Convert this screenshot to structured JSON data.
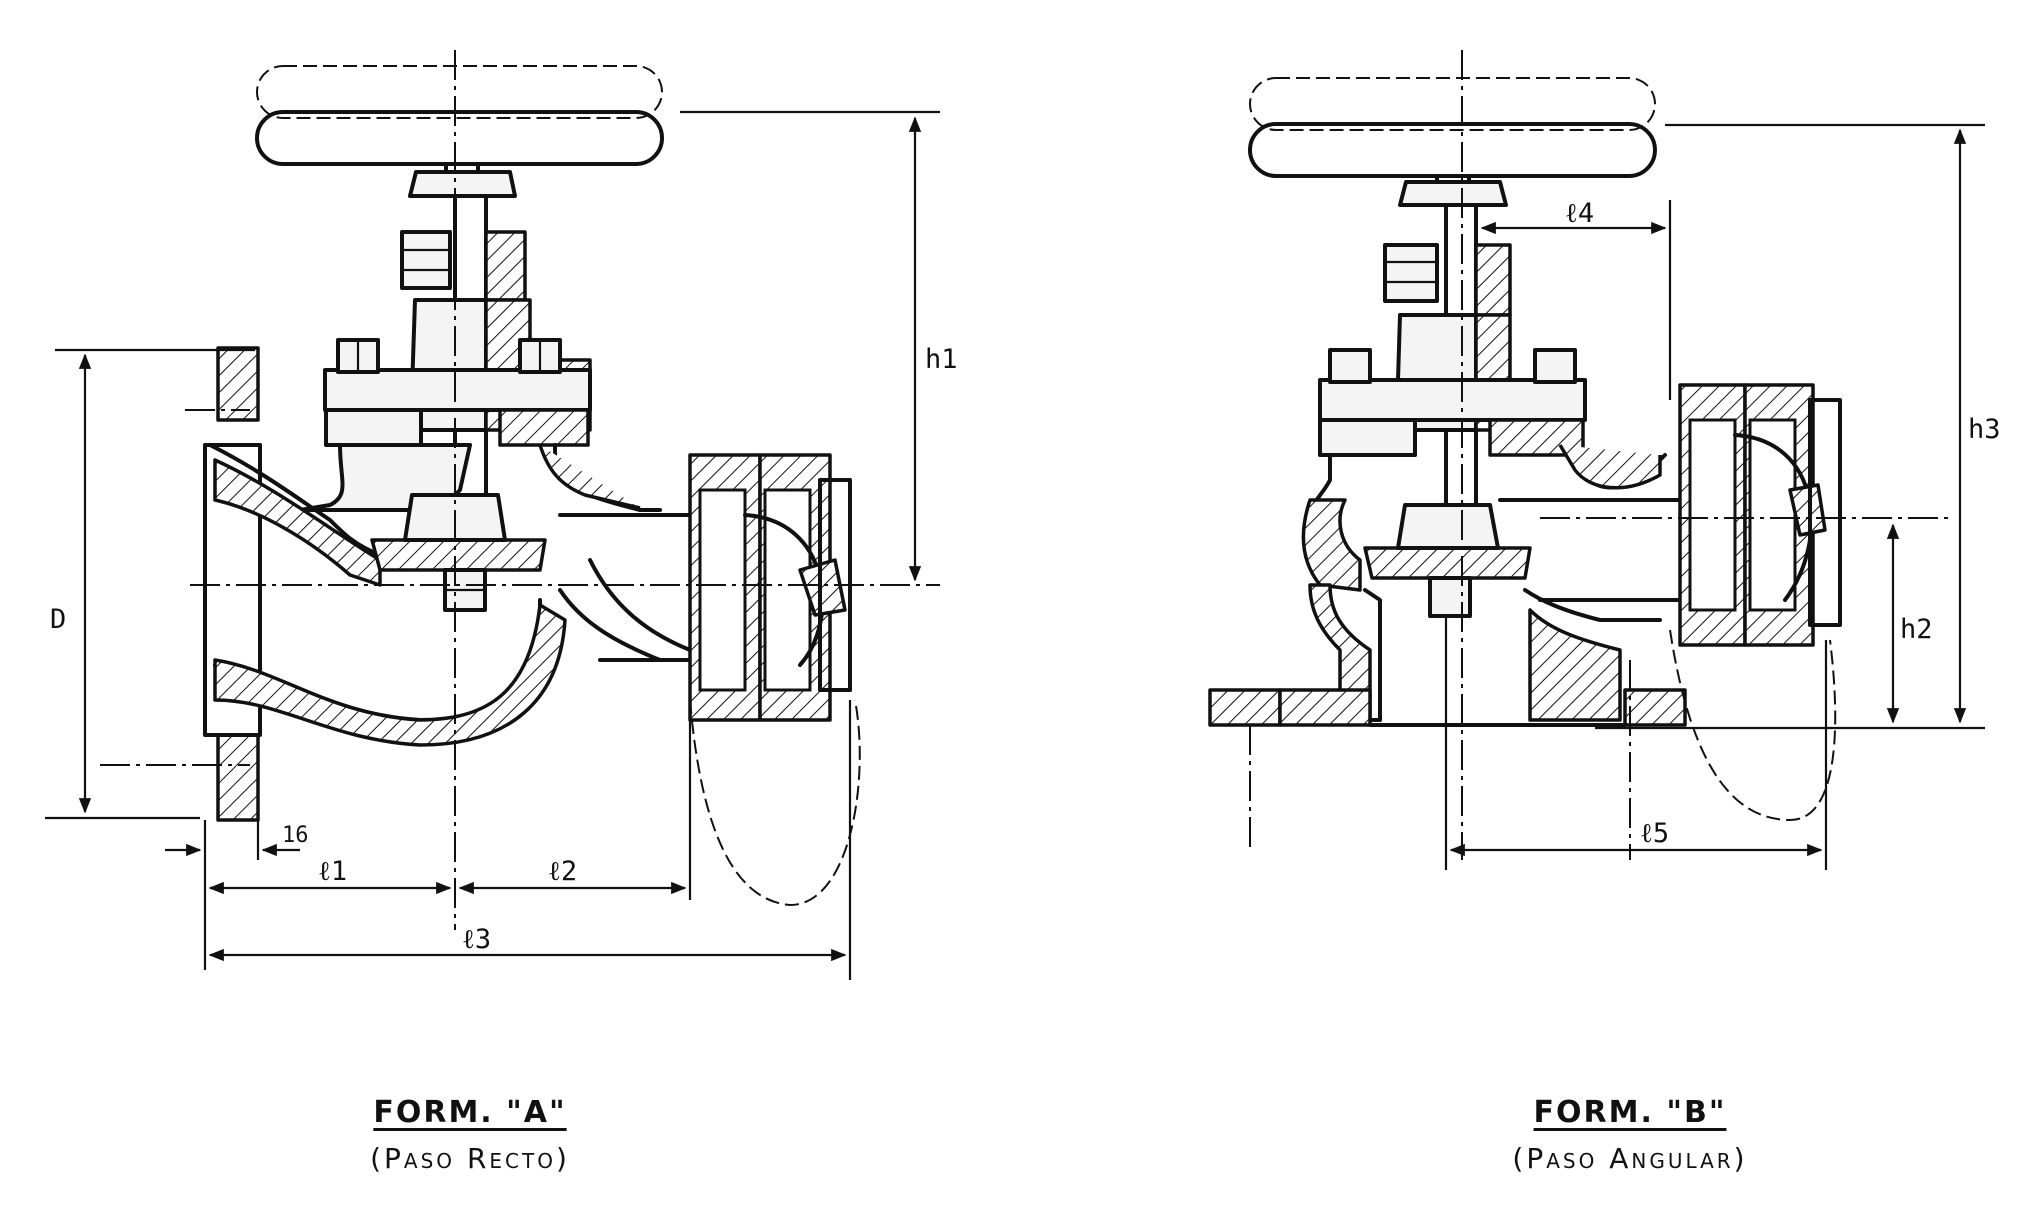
{
  "dimensions": {
    "D": "D",
    "h1": "h1",
    "h2": "h2",
    "h3": "h3",
    "l1": "ℓ1",
    "l2": "ℓ2",
    "l3": "ℓ3",
    "l4": "ℓ4",
    "l5": "ℓ5",
    "flange_thickness": "16"
  },
  "form_a": {
    "title": "FORM. \"A\"",
    "subtitle": "(Paso Recto)"
  },
  "form_b": {
    "title": "FORM. \"B\"",
    "subtitle": "(Paso Angular)"
  }
}
